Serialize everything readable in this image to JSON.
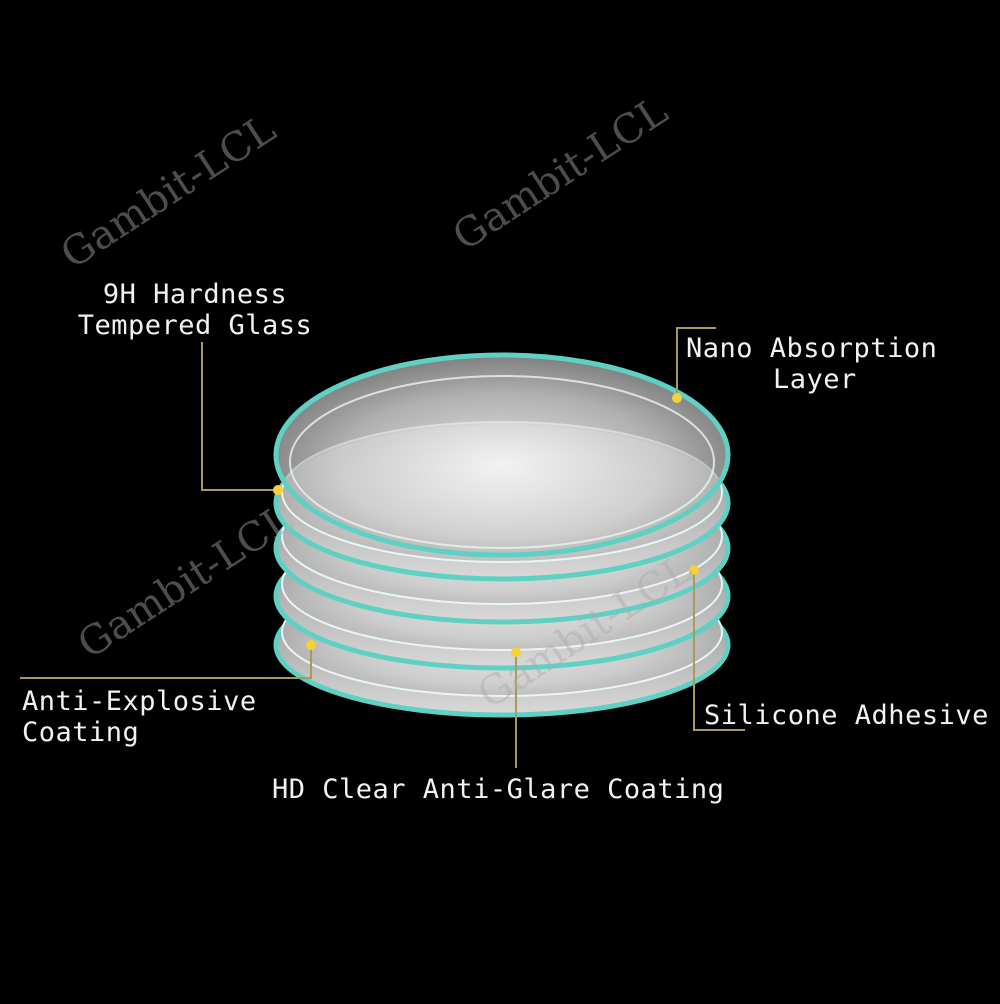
{
  "watermarks": [
    "Gambit-LCL",
    "Gambit-LCL",
    "Gambit-LCL",
    "Gambit-LCL"
  ],
  "labels": {
    "hardness": [
      "9H Hardness",
      "Tempered Glass"
    ],
    "nano": [
      "Nano Absorption",
      "Layer"
    ],
    "explosive": [
      "Anti-Explosive",
      "Coating"
    ],
    "silicone": "Silicone Adhesive",
    "hd": "HD Clear Anti-Glare Coating"
  },
  "colors": {
    "background": "#000000",
    "ring": "#5fd0c4",
    "leader": "#a89a5c",
    "dot": "#f5d23a",
    "text": "#f2f2f2"
  }
}
